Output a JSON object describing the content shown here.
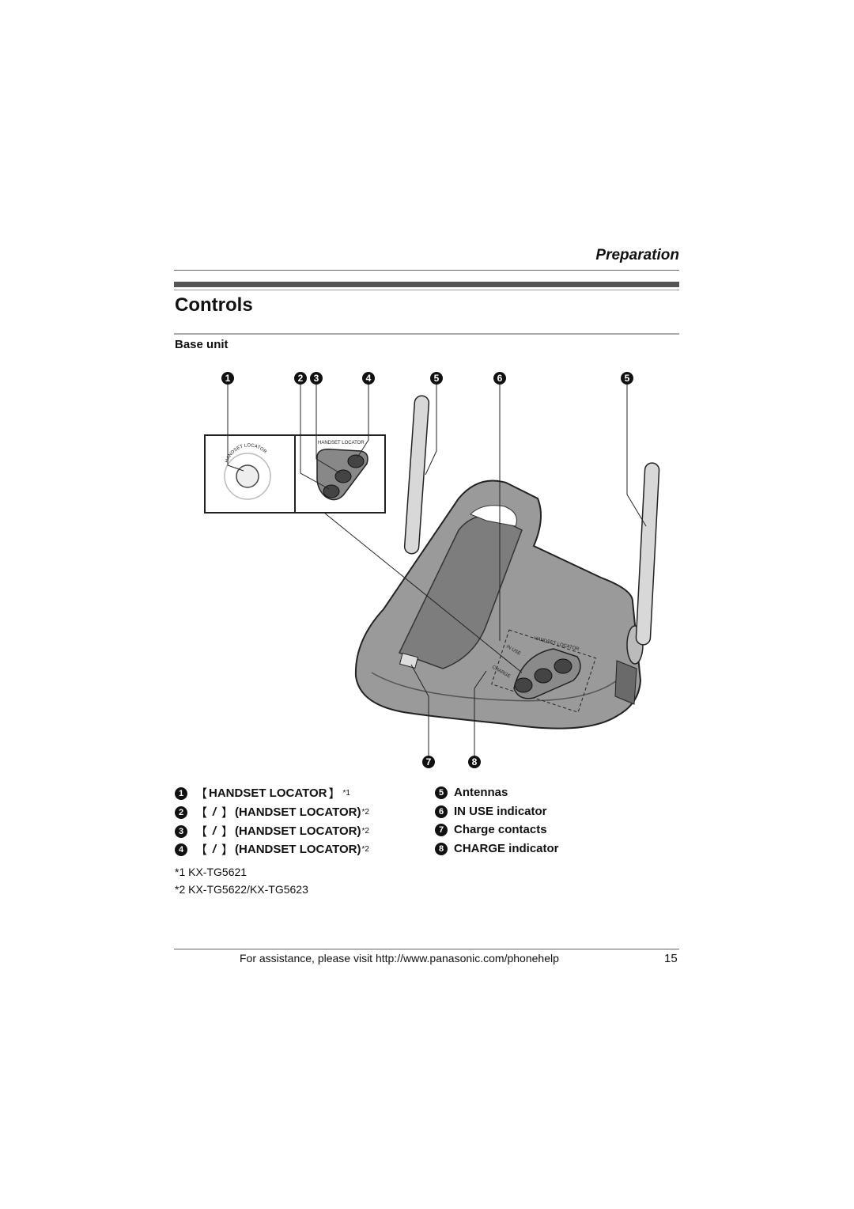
{
  "header": {
    "section": "Preparation"
  },
  "page": {
    "title": "Controls",
    "subtitle": "Base unit"
  },
  "figure": {
    "callouts": [
      "1",
      "2",
      "3",
      "4",
      "5",
      "6",
      "5",
      "7",
      "8"
    ],
    "inset_left_label": "HANDSET LOCATOR",
    "inset_right_label": "HANDSET LOCATOR",
    "base_label_in_use": "IN USE",
    "base_label_charge": "CHARGE",
    "base_label_locator": "HANDSET LOCATOR"
  },
  "legend": {
    "items": [
      {
        "num": "1",
        "bracket_open": "【",
        "bracket_close": "】",
        "icon": "",
        "text": "HANDSET LOCATOR",
        "sup": "*1"
      },
      {
        "num": "2",
        "bracket_open": "【",
        "bracket_close": "】",
        "icon": "talk-icon",
        "text": "(HANDSET LOCATOR)",
        "sup": "*2"
      },
      {
        "num": "3",
        "bracket_open": "【",
        "bracket_close": "】",
        "icon": "talk-icon",
        "text": "(HANDSET LOCATOR)",
        "sup": "*2"
      },
      {
        "num": "4",
        "bracket_open": "【",
        "bracket_close": "】",
        "icon": "talk-icon",
        "text": "(HANDSET LOCATOR)",
        "sup": "*2"
      },
      {
        "num": "5",
        "text": "Antennas"
      },
      {
        "num": "6",
        "text": "IN USE indicator"
      },
      {
        "num": "7",
        "text": "Charge contacts"
      },
      {
        "num": "8",
        "text": "CHARGE indicator"
      }
    ]
  },
  "notes": [
    "*1 KX-TG5621",
    "*2 KX-TG5622/KX-TG5623"
  ],
  "footer": {
    "text": "For assistance, please visit http://www.panasonic.com/phonehelp",
    "page_number": "15"
  }
}
